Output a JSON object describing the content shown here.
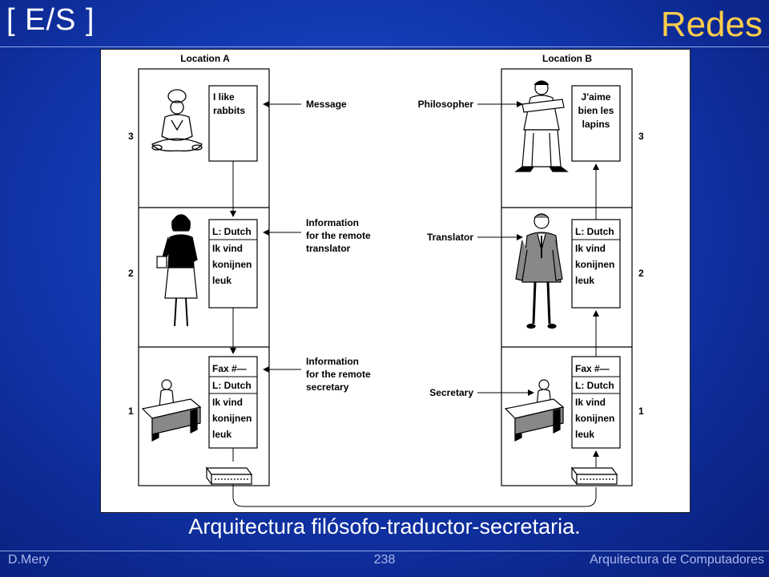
{
  "header": {
    "tag": "[ E/S ]",
    "title": "Redes"
  },
  "figure": {
    "location_a": "Location A",
    "location_b": "Location B",
    "layers": [
      "3",
      "2",
      "1"
    ],
    "left_side": {
      "layer3_text": [
        "I like",
        "rabbits"
      ],
      "layer2_text": [
        "L: Dutch",
        "Ik vind",
        "konijnen",
        "leuk"
      ],
      "layer1_text": [
        "Fax #—",
        "L: Dutch",
        "Ik vind",
        "konijnen",
        "leuk"
      ]
    },
    "right_side": {
      "layer3_text": [
        "J'aime",
        "bien les",
        "lapins"
      ],
      "layer2_text": [
        "L: Dutch",
        "Ik vind",
        "konijnen",
        "leuk"
      ],
      "layer1_text": [
        "Fax #—",
        "L: Dutch",
        "Ik vind",
        "konijnen",
        "leuk"
      ]
    },
    "middle_labels": {
      "message": "Message",
      "info_translator": [
        "Information",
        "for the remote",
        "translator"
      ],
      "info_secretary": [
        "Information",
        "for the remote",
        "secretary"
      ]
    },
    "role_labels": {
      "philosopher": "Philosopher",
      "translator": "Translator",
      "secretary": "Secretary"
    }
  },
  "caption": "Arquitectura filósofo-traductor-secretaria.",
  "footer": {
    "author": "D.Mery",
    "page": "238",
    "course": "Arquitectura de Computadores"
  }
}
